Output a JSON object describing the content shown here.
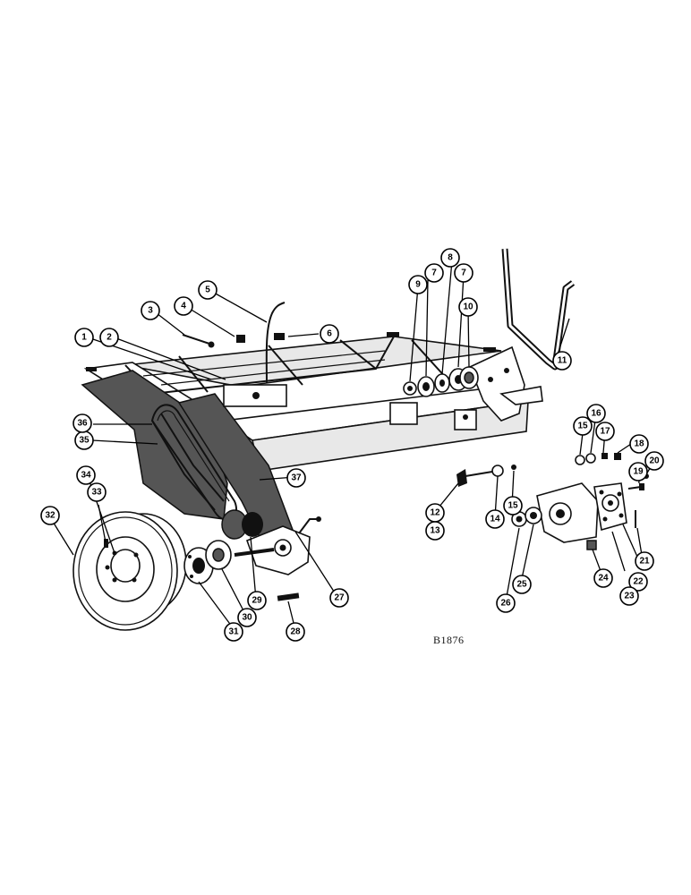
{
  "figure_code": "B1876",
  "callouts": [
    {
      "id": "c1",
      "label": "1"
    },
    {
      "id": "c2",
      "label": "2"
    },
    {
      "id": "c3",
      "label": "3"
    },
    {
      "id": "c4",
      "label": "4"
    },
    {
      "id": "c5",
      "label": "5"
    },
    {
      "id": "c6",
      "label": "6"
    },
    {
      "id": "c7a",
      "label": "7"
    },
    {
      "id": "c7b",
      "label": "7"
    },
    {
      "id": "c8",
      "label": "8"
    },
    {
      "id": "c9",
      "label": "9"
    },
    {
      "id": "c10",
      "label": "10"
    },
    {
      "id": "c11",
      "label": "11"
    },
    {
      "id": "c12",
      "label": "12"
    },
    {
      "id": "c13",
      "label": "13"
    },
    {
      "id": "c14",
      "label": "14"
    },
    {
      "id": "c15a",
      "label": "15"
    },
    {
      "id": "c15b",
      "label": "15"
    },
    {
      "id": "c16",
      "label": "16"
    },
    {
      "id": "c17",
      "label": "17"
    },
    {
      "id": "c18",
      "label": "18"
    },
    {
      "id": "c19",
      "label": "19"
    },
    {
      "id": "c20",
      "label": "20"
    },
    {
      "id": "c21",
      "label": "21"
    },
    {
      "id": "c22",
      "label": "22"
    },
    {
      "id": "c23",
      "label": "23"
    },
    {
      "id": "c24",
      "label": "24"
    },
    {
      "id": "c25",
      "label": "25"
    },
    {
      "id": "c26",
      "label": "26"
    },
    {
      "id": "c27",
      "label": "27"
    },
    {
      "id": "c28",
      "label": "28"
    },
    {
      "id": "c29",
      "label": "29"
    },
    {
      "id": "c30",
      "label": "30"
    },
    {
      "id": "c31",
      "label": "31"
    },
    {
      "id": "c32",
      "label": "32"
    },
    {
      "id": "c33",
      "label": "33"
    },
    {
      "id": "c34",
      "label": "34"
    },
    {
      "id": "c35",
      "label": "35"
    },
    {
      "id": "c36",
      "label": "36"
    },
    {
      "id": "c37",
      "label": "37"
    }
  ]
}
